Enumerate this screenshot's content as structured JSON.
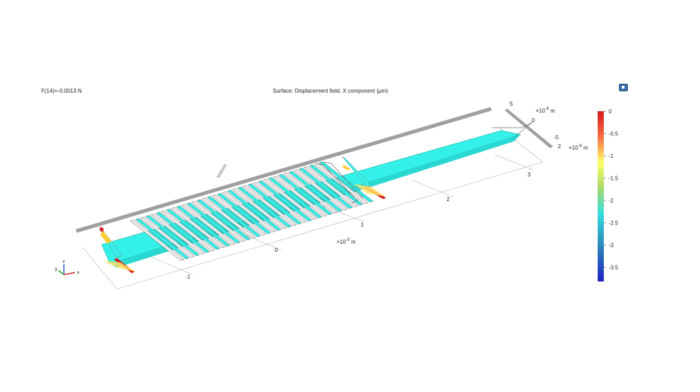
{
  "header": {
    "force_label": "F(14)=-0.0013 N",
    "plot_title": "Surface: Displacement field, X component (μm)"
  },
  "toolbar": {
    "export_icon": "image-export-icon"
  },
  "axes": {
    "x_ticks": [
      "-1",
      "0",
      "1",
      "2",
      "3"
    ],
    "x_unit": "×10",
    "x_exp": "-5",
    "x_m": " m",
    "y_ticks": [
      "5",
      "0",
      "-5"
    ],
    "y_unit": "×10",
    "y_exp": "-6",
    "y_m": " m",
    "z_tick": "2",
    "z_unit": "×10",
    "z_exp": "-6",
    "z_m": " m"
  },
  "triad": {
    "x": "x",
    "y": "y",
    "z": "z"
  },
  "colorbar": {
    "ticks": [
      "0",
      "-0.5",
      "-1",
      "-1.5",
      "-2",
      "-2.5",
      "-3",
      "-3.5"
    ],
    "colors": [
      "#d7191c",
      "#fdae61",
      "#ffff66",
      "#a6d96a",
      "#33dddd",
      "#2b83ba",
      "#2020c0"
    ]
  },
  "colors": {
    "surface": "#33f0e8",
    "surface_edge": "#1aa8a6",
    "ground": "#a0a0a0"
  }
}
